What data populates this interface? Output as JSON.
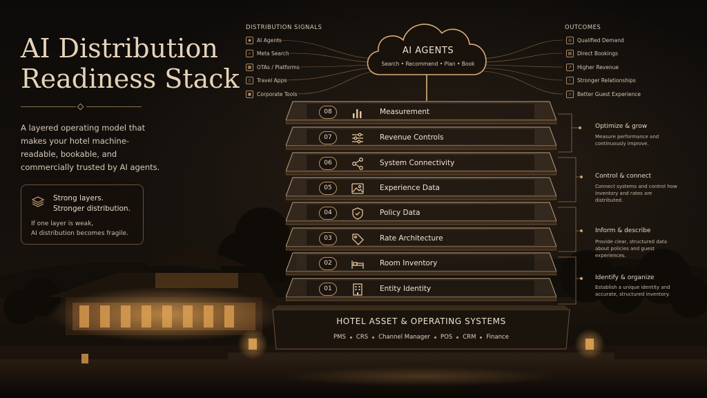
{
  "title_line1": "AI Distribution",
  "title_line2": "Readiness Stack",
  "description": "A layered operating model that makes your hotel machine-readable, bookable, and commercially trusted by AI agents.",
  "callout": {
    "strong_line1": "Strong layers.",
    "strong_line2": "Stronger distribution.",
    "weak_line1": "If one layer is weak,",
    "weak_line2": "AI distribution becomes fragile.",
    "icon": "layers-icon"
  },
  "signals": {
    "heading": "DISTRIBUTION SIGNALS",
    "items": [
      "AI Agents",
      "Meta Search",
      "OTAs / Platforms",
      "Travel Apps",
      "Corporate Tools"
    ]
  },
  "outcomes": {
    "heading": "OUTCOMES",
    "items": [
      "Qualified Demand",
      "Direct Bookings",
      "Higher Revenue",
      "Stronger Relationships",
      "Better Guest Experience"
    ]
  },
  "cloud": {
    "title": "AI AGENTS",
    "subtitle": "Search • Recommend • Plan • Book"
  },
  "layers": [
    {
      "num": "08",
      "label": "Measurement",
      "icon": "bar-chart-icon"
    },
    {
      "num": "07",
      "label": "Revenue Controls",
      "icon": "sliders-icon"
    },
    {
      "num": "06",
      "label": "System Connectivity",
      "icon": "share-icon"
    },
    {
      "num": "05",
      "label": "Experience Data",
      "icon": "image-icon"
    },
    {
      "num": "04",
      "label": "Policy Data",
      "icon": "shield-icon"
    },
    {
      "num": "03",
      "label": "Rate Architecture",
      "icon": "tag-icon"
    },
    {
      "num": "02",
      "label": "Room Inventory",
      "icon": "bed-icon"
    },
    {
      "num": "01",
      "label": "Entity Identity",
      "icon": "building-icon"
    }
  ],
  "base": {
    "title": "HOTEL ASSET & OPERATING SYSTEMS",
    "systems": [
      "PMS",
      "CRS",
      "Channel Manager",
      "POS",
      "CRM",
      "Finance"
    ]
  },
  "groups": [
    {
      "title": "Optimize & grow",
      "desc": "Measure performance and continuously improve."
    },
    {
      "title": "Control & connect",
      "desc": "Connect systems and control how inventory and rates are distributed."
    },
    {
      "title": "Inform & describe",
      "desc": "Provide clear, structured data about policies and guest experiences."
    },
    {
      "title": "Identify & organize",
      "desc": "Establish a unique identity and accurate, structured inventory."
    }
  ],
  "colors": {
    "accent": "#c9a478",
    "background": "#0d0b09",
    "text": "#e9dccb"
  }
}
